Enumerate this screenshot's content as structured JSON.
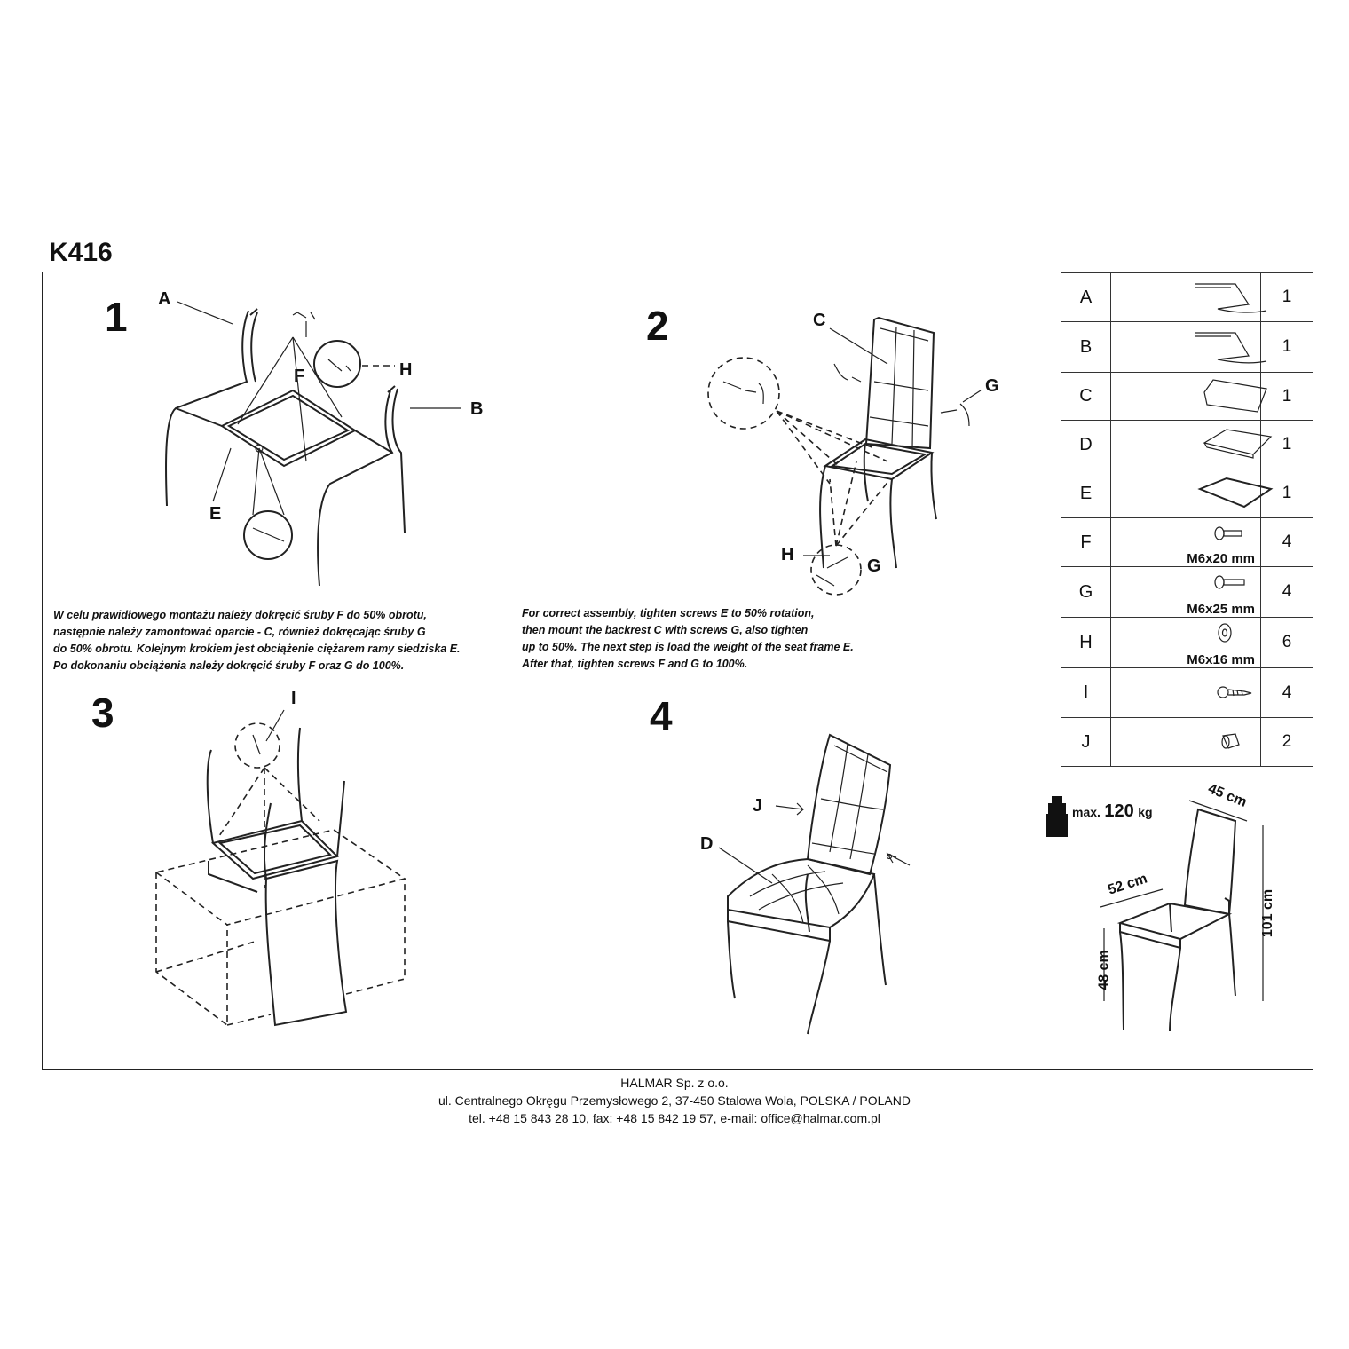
{
  "title": "K416",
  "steps": [
    {
      "number": "1",
      "labels": {
        "A": "A",
        "B": "B",
        "E": "E",
        "F": "F",
        "H": "H"
      }
    },
    {
      "number": "2",
      "labels": {
        "C": "C",
        "G": "G",
        "H": "H",
        "G2": "G"
      }
    },
    {
      "number": "3",
      "labels": {
        "I": "I"
      }
    },
    {
      "number": "4",
      "labels": {
        "J": "J",
        "D": "D"
      }
    }
  ],
  "instructions": {
    "pl": [
      "W celu prawidłowego montażu należy dokręcić śruby F do 50% obrotu,",
      "następnie należy zamontować oparcie - C, również dokręcając śruby G",
      "do 50% obrotu. Kolejnym krokiem jest obciążenie ciężarem ramy siedziska E.",
      "Po dokonaniu obciążenia należy dokręcić śruby F oraz G do 100%."
    ],
    "en": [
      "For correct assembly, tighten screws E to 50% rotation,",
      "then mount the backrest C with screws G, also tighten",
      "up to 50%. The next step is load the weight of the seat frame E.",
      "After that, tighten screws F and G to 100%."
    ]
  },
  "parts": [
    {
      "letter": "A",
      "qty": "1",
      "spec": "",
      "icon": "leg-frame-icon"
    },
    {
      "letter": "B",
      "qty": "1",
      "spec": "",
      "icon": "leg-frame-icon"
    },
    {
      "letter": "C",
      "qty": "1",
      "spec": "",
      "icon": "backrest-icon"
    },
    {
      "letter": "D",
      "qty": "1",
      "spec": "",
      "icon": "seat-cushion-icon"
    },
    {
      "letter": "E",
      "qty": "1",
      "spec": "",
      "icon": "seat-frame-icon"
    },
    {
      "letter": "F",
      "qty": "4",
      "spec": "M6x20 mm",
      "icon": "bolt-icon"
    },
    {
      "letter": "G",
      "qty": "4",
      "spec": "M6x25 mm",
      "icon": "bolt-icon"
    },
    {
      "letter": "H",
      "qty": "6",
      "spec": "M6x16 mm",
      "icon": "washer-icon"
    },
    {
      "letter": "I",
      "qty": "4",
      "spec": "",
      "icon": "wood-screw-icon"
    },
    {
      "letter": "J",
      "qty": "2",
      "spec": "",
      "icon": "cap-icon"
    }
  ],
  "capacity": {
    "prefix": "max.",
    "value": "120",
    "unit": "kg"
  },
  "dimensions": {
    "depth": "45 cm",
    "width": "52 cm",
    "height": "101 cm",
    "seat_height": "48 cm"
  },
  "footer": {
    "company": "HALMAR Sp. z o.o.",
    "address": "ul. Centralnego Okręgu Przemysłowego 2, 37-450 Stalowa Wola, POLSKA / POLAND",
    "contact": "tel. +48 15 843 28 10, fax: +48 15 842 19 57, e-mail: office@halmar.com.pl"
  }
}
